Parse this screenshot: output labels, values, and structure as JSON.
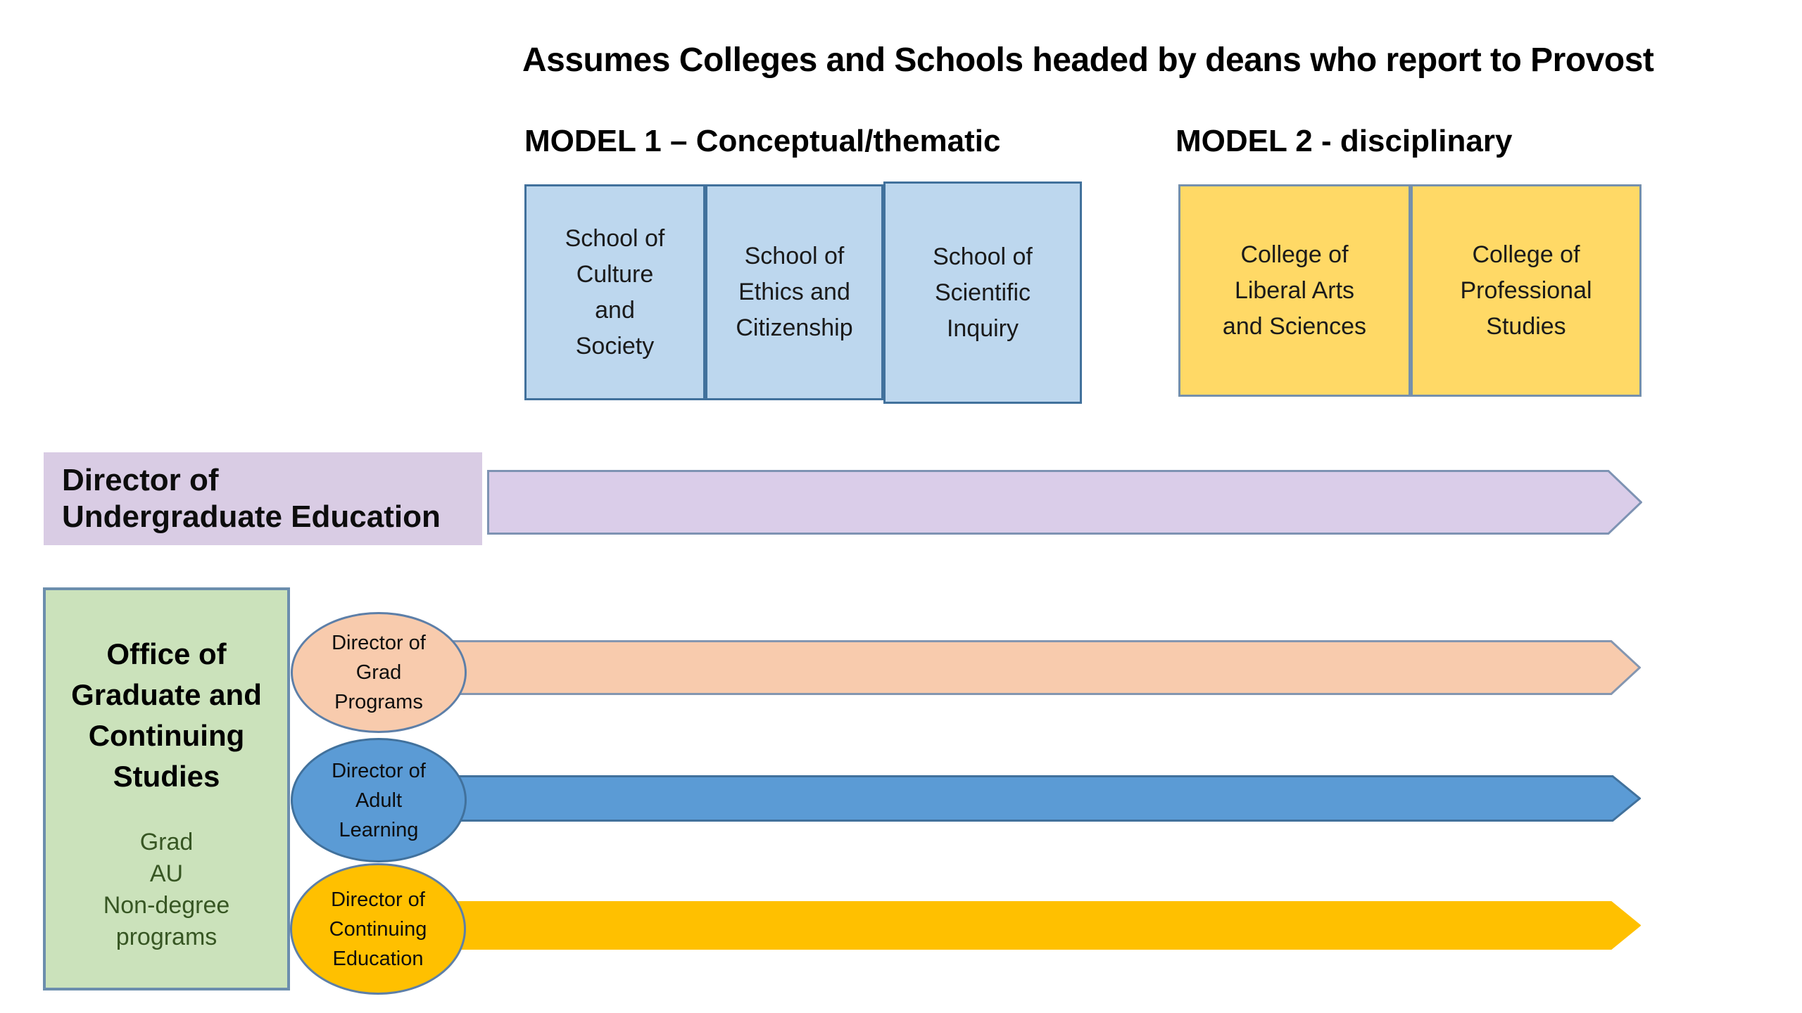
{
  "title": "Assumes Colleges and Schools headed by deans who report to Provost",
  "model1": {
    "heading": "MODEL 1 – Conceptual/thematic",
    "boxes": [
      "School of\nCulture\nand\nSociety",
      "School of\nEthics and\nCitizenship",
      "School of\nScientific\nInquiry"
    ]
  },
  "model2": {
    "heading": "MODEL 2 - disciplinary",
    "boxes": [
      "College of\nLiberal Arts\nand Sciences",
      "College of\nProfessional\nStudies"
    ]
  },
  "undergrad": {
    "label": "Director of\nUndergraduate Education"
  },
  "grad_office": {
    "title": "Office of\nGraduate and\nContinuing\nStudies",
    "programs": "Grad\nAU\nNon-degree\nprograms"
  },
  "directors": [
    {
      "label": "Director of\nGrad\nPrograms"
    },
    {
      "label": "Director of\nAdult\nLearning"
    },
    {
      "label": "Director of\nContinuing\nEducation"
    }
  ],
  "colors": {
    "blue_fill": "#BDD7EE",
    "blue_border": "#41719C",
    "yellow_fill": "#FFD966",
    "yellow_border": "#7590AC",
    "purple_fill": "#D9CCE4",
    "purple_arrow_fill": "#DACDE9",
    "purple_arrow_border": "#7E93B3",
    "green_fill": "#CBE2BB",
    "green_border": "#6C8EAD",
    "green_text": "#375623",
    "peach_fill": "#F8CBAD",
    "peach_border": "#5D7FA8",
    "arrow_slate": "#8496B0",
    "midblue_fill": "#5B9BD5",
    "midblue_border": "#41719C",
    "gold_fill": "#FFC000"
  }
}
